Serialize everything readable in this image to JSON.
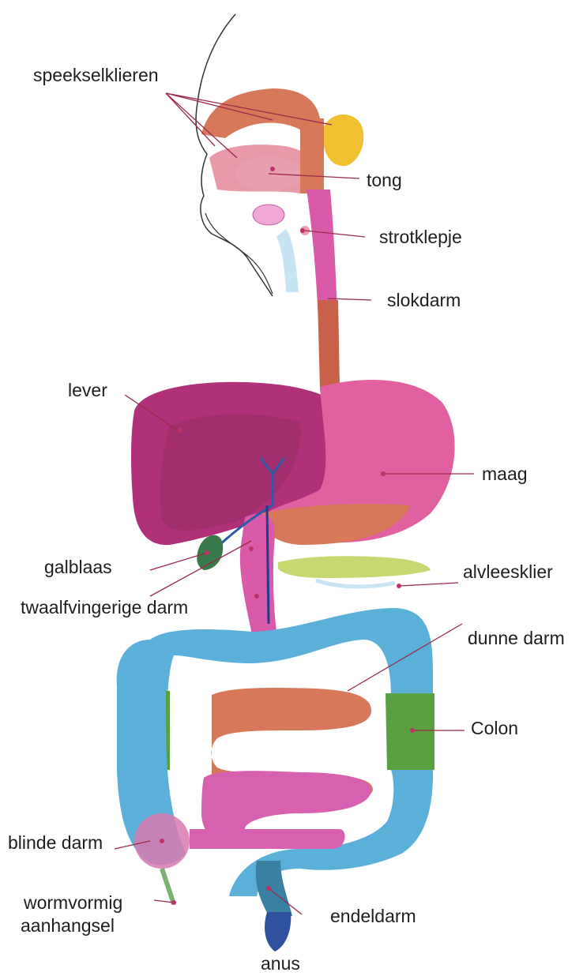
{
  "diagram": {
    "labels": {
      "speekselklieren": "speekselklieren",
      "tong": "tong",
      "strotklepje": "strotklepje",
      "slokdarm": "slokdarm",
      "lever": "lever",
      "maag": "maag",
      "galblaas": "galblaas",
      "alvleesklier": "alvleesklier",
      "twaalfvingerige_darm": "twaalfvingerige darm",
      "dunne_darm": "dunne darm",
      "colon": "Colon",
      "blinde_darm": "blinde darm",
      "wormvormig_line1": "wormvormig",
      "wormvormig_line2": "aanhangsel",
      "endeldarm": "endeldarm",
      "anus": "anus"
    },
    "colors": {
      "liver": "#b0307a",
      "stomach": "#e0609a",
      "esophagus": "#c85a6e",
      "gallbladder": "#3a7a4a",
      "pancreas": "#c8d870",
      "colon_blue": "#5ab0d8",
      "colon_green": "#5aa040",
      "small_intestine_orange": "#d8785a",
      "small_intestine_pink": "#d860b0",
      "salivary_gland": "#f0c030",
      "line": "#9a2a4a"
    }
  }
}
